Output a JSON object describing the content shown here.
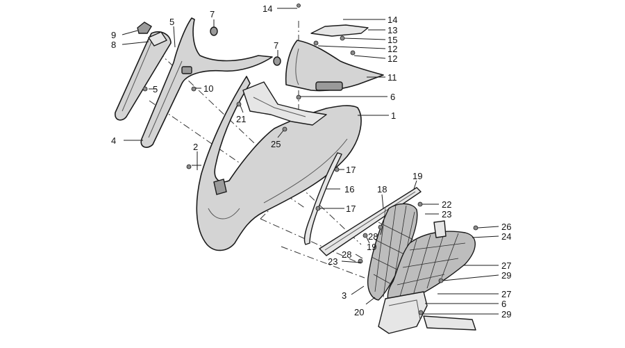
{
  "callouts": [
    {
      "id": "c1",
      "text": "1"
    },
    {
      "id": "c2",
      "text": "2"
    },
    {
      "id": "c3",
      "text": "3"
    },
    {
      "id": "c4",
      "text": "4"
    },
    {
      "id": "c5a",
      "text": "5"
    },
    {
      "id": "c5b",
      "text": "5"
    },
    {
      "id": "c6a",
      "text": "6"
    },
    {
      "id": "c6b",
      "text": "6"
    },
    {
      "id": "c7a",
      "text": "7"
    },
    {
      "id": "c7b",
      "text": "7"
    },
    {
      "id": "c8",
      "text": "8"
    },
    {
      "id": "c9",
      "text": "9"
    },
    {
      "id": "c10",
      "text": "10"
    },
    {
      "id": "c11",
      "text": "11"
    },
    {
      "id": "c12a",
      "text": "12"
    },
    {
      "id": "c12b",
      "text": "12"
    },
    {
      "id": "c13",
      "text": "13"
    },
    {
      "id": "c14a",
      "text": "14"
    },
    {
      "id": "c14b",
      "text": "14"
    },
    {
      "id": "c15",
      "text": "15"
    },
    {
      "id": "c16",
      "text": "16"
    },
    {
      "id": "c17a",
      "text": "17"
    },
    {
      "id": "c17b",
      "text": "17"
    },
    {
      "id": "c18",
      "text": "18"
    },
    {
      "id": "c19a",
      "text": "19"
    },
    {
      "id": "c19b",
      "text": "19"
    },
    {
      "id": "c20",
      "text": "20"
    },
    {
      "id": "c21",
      "text": "21"
    },
    {
      "id": "c22",
      "text": "22"
    },
    {
      "id": "c23a",
      "text": "23"
    },
    {
      "id": "c23b",
      "text": "23"
    },
    {
      "id": "c24",
      "text": "24"
    },
    {
      "id": "c25",
      "text": "25"
    },
    {
      "id": "c26",
      "text": "26"
    },
    {
      "id": "c27a",
      "text": "27"
    },
    {
      "id": "c27b",
      "text": "27"
    },
    {
      "id": "c28a",
      "text": "28"
    },
    {
      "id": "c28b",
      "text": "28"
    },
    {
      "id": "c29a",
      "text": "29"
    },
    {
      "id": "c29b",
      "text": "29"
    }
  ]
}
